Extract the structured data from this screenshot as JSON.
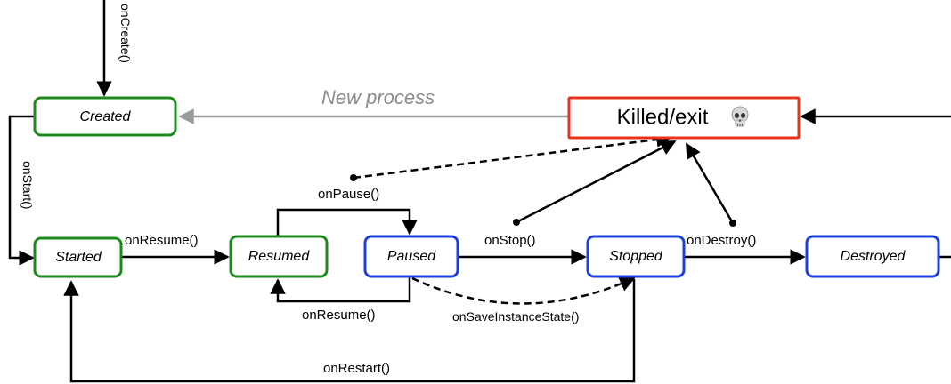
{
  "colors": {
    "active": "#1e8a1e",
    "inactive": "#1f3fe0",
    "killed": "#e8331c",
    "new_process": "#9a9a9a",
    "edge": "#000000"
  },
  "states": {
    "created": "Created",
    "started": "Started",
    "resumed": "Resumed",
    "paused": "Paused",
    "stopped": "Stopped",
    "destroyed": "Destroyed",
    "killed": "Killed/exit"
  },
  "icons": {
    "killed": "skull-icon"
  },
  "transitions": {
    "on_create": "onCreate()",
    "on_start": "onStart()",
    "on_resume": "onResume()",
    "on_pause": "onPause()",
    "on_resume_back": "onResume()",
    "on_stop": "onStop()",
    "on_save_instance_state": "onSaveInstanceState()",
    "on_destroy": "onDestroy()",
    "on_restart": "onRestart()",
    "new_process": "New process"
  }
}
